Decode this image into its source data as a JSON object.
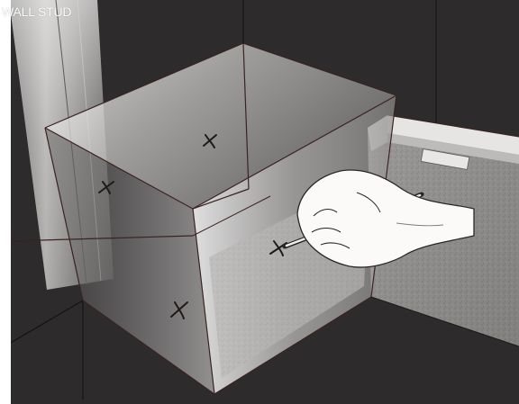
{
  "labels": {
    "wall_stud": "WALL STUD"
  },
  "colors": {
    "wall": "#2d2b2c",
    "edge_line": "#3a2322",
    "mark": "#1f1a1a",
    "box_light": "#f2f0ee",
    "panel_grey": "#8a8886"
  },
  "marks": {
    "count": 4,
    "glyph": "x-mark"
  },
  "icons": {
    "hand": "hand-holding-pencil-icon"
  }
}
